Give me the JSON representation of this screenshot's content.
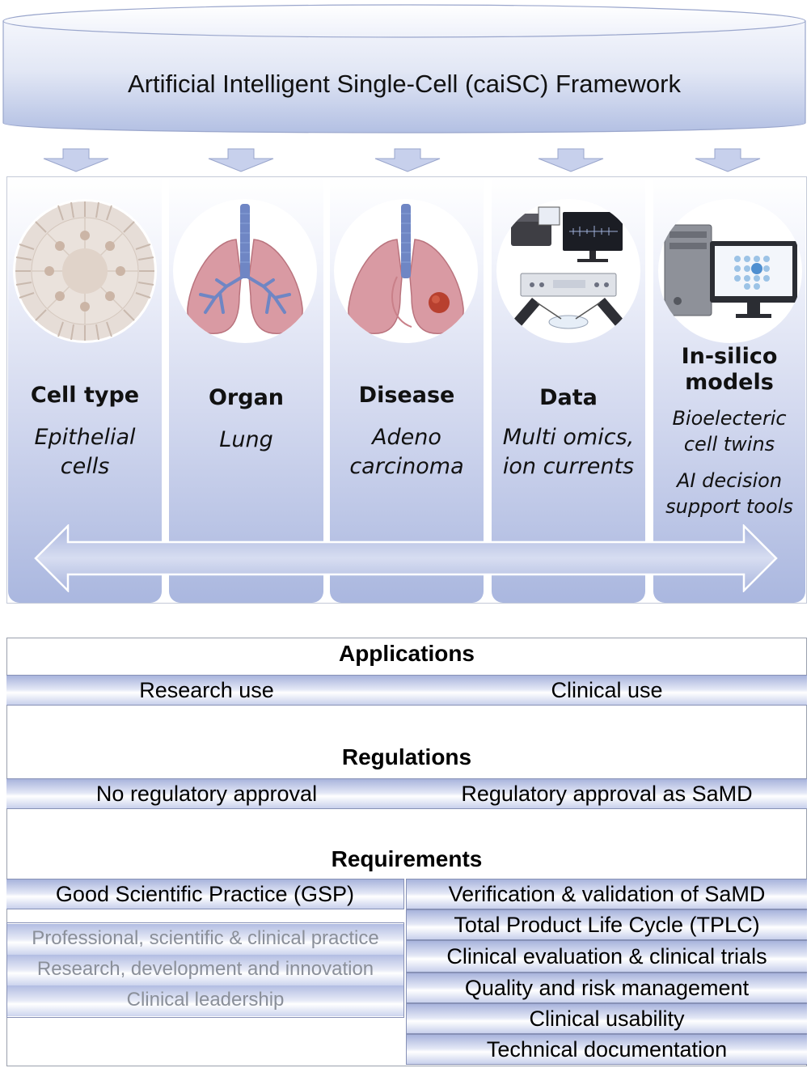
{
  "framework": {
    "title": "Artificial Intelligent Single-Cell (caiSC) Framework"
  },
  "columns": [
    {
      "heading": "Cell type",
      "subtitle": "Epithelial cells",
      "icon": "epithelial-cell-icon"
    },
    {
      "heading": "Organ",
      "subtitle": "Lung",
      "icon": "lung-icon"
    },
    {
      "heading": "Disease",
      "subtitle": "Adeno carcinoma",
      "icon": "lung-tumor-icon"
    },
    {
      "heading": "Data",
      "subtitle": "Multi omics, ion currents",
      "icon": "lab-equipment-icon"
    },
    {
      "heading": "In-silico models",
      "subtitle": "Bioelecteric cell twins",
      "subtitle2": "AI decision support tools",
      "icon": "computer-model-icon"
    }
  ],
  "applications": {
    "title": "Applications",
    "left": "Research use",
    "right": "Clinical use"
  },
  "regulations": {
    "title": "Regulations",
    "left": "No regulatory approval",
    "right": "Regulatory approval as SaMD"
  },
  "requirements": {
    "title": "Requirements",
    "left_header": "Good Scientific Practice (GSP)",
    "left_items": [
      "Professional, scientific & clinical practice",
      "Research, development and innovation",
      "Clinical leadership"
    ],
    "right_items": [
      "Verification & validation of SaMD",
      "Total Product Life Cycle (TPLC)",
      "Clinical evaluation & clinical trials",
      "Quality and risk management",
      "Clinical usability",
      "Technical documentation"
    ]
  },
  "colors": {
    "band_blue": "#a8b4dc",
    "arrow_blue": "#c5cee9",
    "lung_pink": "#d99aa3",
    "trachea_blue": "#6f86c4",
    "tumor_red": "#b8402f"
  }
}
